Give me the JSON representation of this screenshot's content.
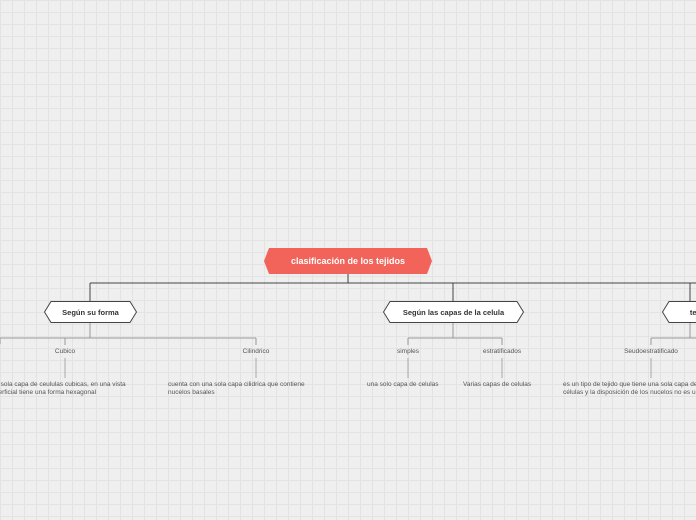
{
  "root": {
    "label": "clasificación de los tejidos"
  },
  "branches": [
    {
      "label": "Según su forma",
      "children": [
        {
          "label": "Cubico",
          "description": [
            "una sola capa de ceululas cubicas, en una vista",
            "superficial tiene una forma hexagonal"
          ]
        },
        {
          "label": "Cilindrico",
          "description": [
            "cuenta con una sola capa cilidrica  que contiene",
            "nucelos basales"
          ]
        }
      ]
    },
    {
      "label": "Según las capas de la celula",
      "children": [
        {
          "label": "simples",
          "description": [
            "una solo capa de celulas"
          ]
        },
        {
          "label": "estratificados",
          "description": [
            "Varias capas de celulas"
          ]
        }
      ]
    },
    {
      "label": "tejidos",
      "children": [
        {
          "label": "Seudoestratificado",
          "description": [
            "es un tipo de tejido que tiene una sola capa de",
            "células y la disposición de los nucelos no es uniforme"
          ]
        }
      ]
    }
  ]
}
